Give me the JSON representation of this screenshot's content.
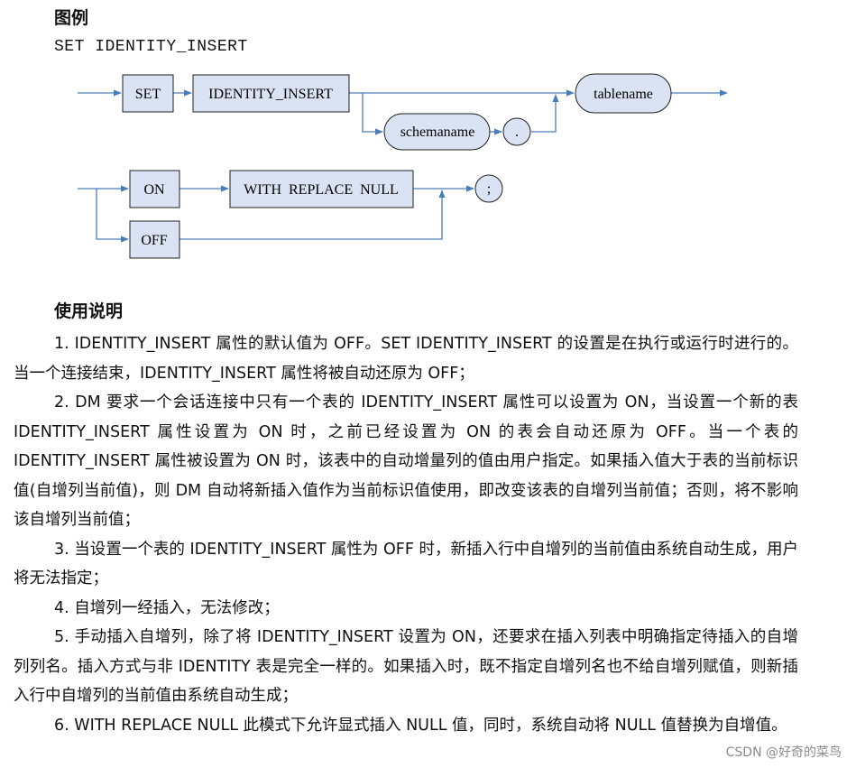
{
  "legend": {
    "title": "图例",
    "syntax": "SET IDENTITY_INSERT",
    "diagram": {
      "set_keyword": "SET",
      "identity_insert_keyword": "IDENTITY_INSERT",
      "schemaname": "schemaname",
      "dot": ".",
      "tablename": "tablename",
      "on_keyword": "ON",
      "off_keyword": "OFF",
      "with_replace_null": "WITH  REPLACE  NULL",
      "semicolon": ";"
    }
  },
  "usage": {
    "title": "使用说明",
    "items": [
      "1. IDENTITY_INSERT 属性的默认值为 OFF。SET IDENTITY_INSERT 的设置是在执行或运行时进行的。当一个连接结束，IDENTITY_INSERT 属性将被自动还原为 OFF；",
      "2. DM 要求一个会话连接中只有一个表的 IDENTITY_INSERT 属性可以设置为 ON，当设置一个新的表 IDENTITY_INSERT 属性设置为 ON 时，之前已经设置为 ON 的表会自动还原为 OFF。当一个表的 IDENTITY_INSERT 属性被设置为 ON 时，该表中的自动增量列的值由用户指定。如果插入值大于表的当前标识值(自增列当前值)，则 DM 自动将新插入值作为当前标识值使用，即改变该表的自增列当前值；否则，将不影响该自增列当前值；",
      "3. 当设置一个表的 IDENTITY_INSERT 属性为 OFF 时，新插入行中自增列的当前值由系统自动生成，用户将无法指定；",
      "4. 自增列一经插入，无法修改；",
      "5. 手动插入自增列，除了将 IDENTITY_INSERT 设置为 ON，还要求在插入列表中明确指定待插入的自增列列名。插入方式与非 IDENTITY 表是完全一样的。如果插入时，既不指定自增列名也不给自增列赋值，则新插入行中自增列的当前值由系统自动生成；",
      "6. WITH REPLACE NULL 此模式下允许显式插入 NULL 值，同时，系统自动将 NULL 值替换为自增值。"
    ]
  },
  "watermark": "CSDN @好奇的菜鸟"
}
